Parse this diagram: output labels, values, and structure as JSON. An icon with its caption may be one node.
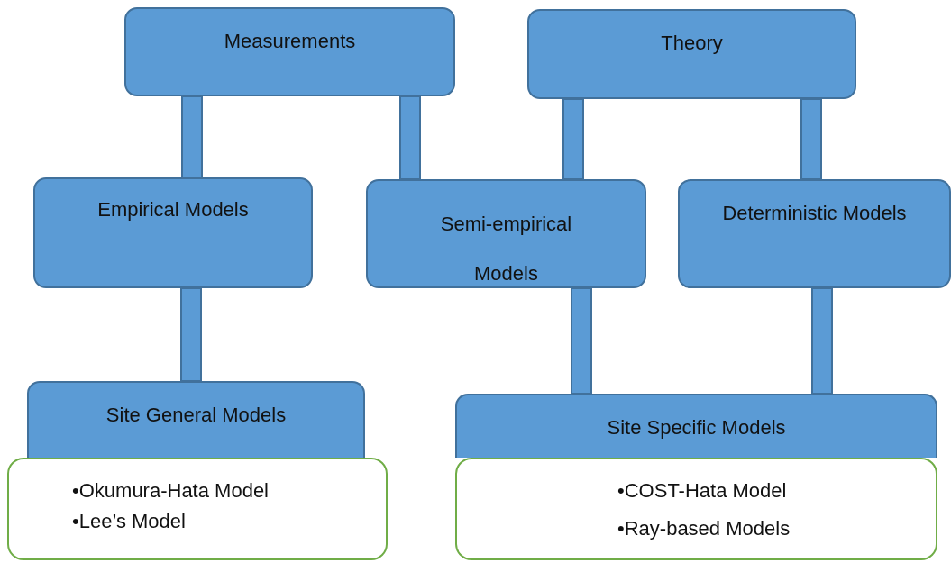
{
  "diagram": {
    "nodes": [
      {
        "text": [
          "Measurements"
        ]
      },
      {
        "text": [
          "Theory"
        ]
      },
      {
        "text": [
          "Empirical Models"
        ]
      },
      {
        "text": [
          "Semi-empirical Models"
        ]
      },
      {
        "text": [
          "Deterministic Models"
        ]
      },
      {
        "text": [
          "Site General Models"
        ]
      },
      {
        "text": [
          "•Okumura-Hata Model",
          "•Lee’s Model"
        ]
      },
      {
        "text": [
          "Site Specific Models"
        ]
      },
      {
        "text": [
          "•COST-Hata Model",
          "•Ray-based Models"
        ]
      }
    ],
    "edges": [
      {
        "from": 0,
        "to": 2,
        "arrow": "none"
      },
      {
        "from": 0,
        "to": 3,
        "arrow": "none"
      },
      {
        "from": 1,
        "to": 3,
        "arrow": "none"
      },
      {
        "from": 1,
        "to": 4,
        "arrow": "none"
      },
      {
        "from": 2,
        "to": 5,
        "arrow": "none"
      },
      {
        "from": 3,
        "to": 7,
        "arrow": "none"
      },
      {
        "from": 4,
        "to": 7,
        "arrow": "none"
      }
    ]
  }
}
